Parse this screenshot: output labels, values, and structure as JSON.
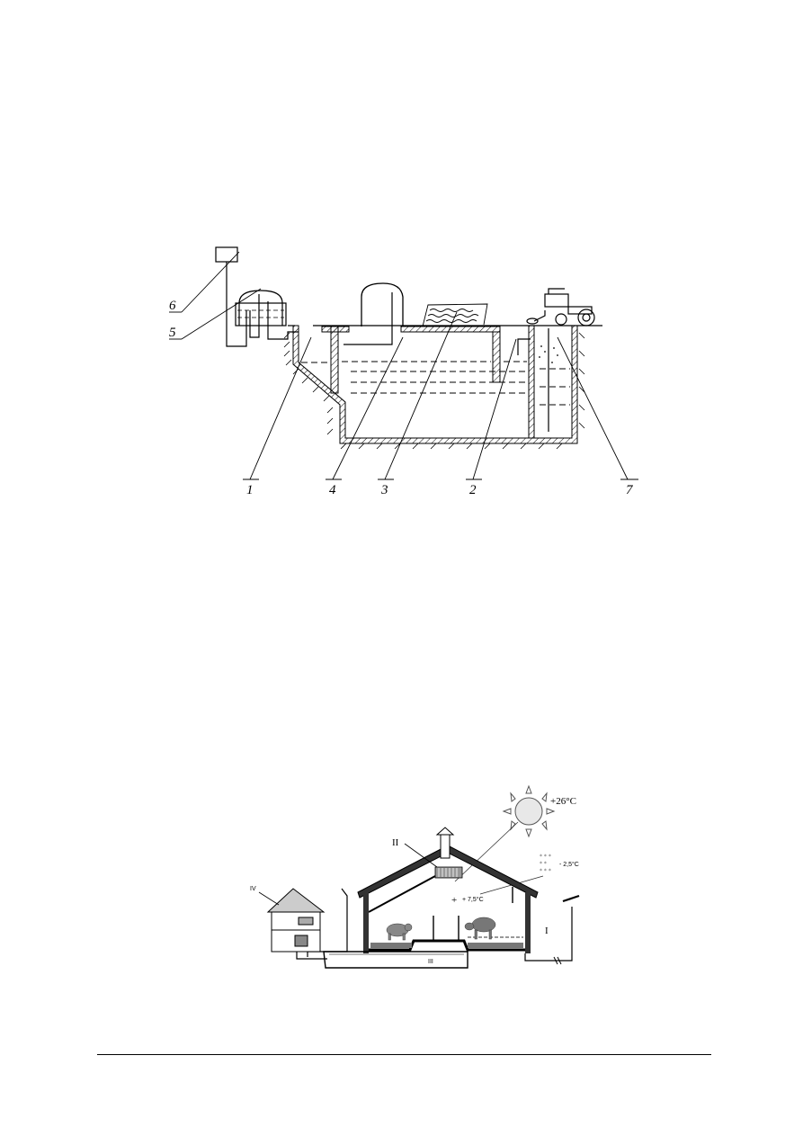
{
  "figure1": {
    "callouts": [
      "1",
      "4",
      "3",
      "2",
      "7",
      "6",
      "5"
    ]
  },
  "figure2": {
    "roman_labels": {
      "house": "IV",
      "heat_exchanger": "II",
      "pit": "III",
      "right": "I"
    },
    "temperatures": {
      "sun": "+26°C",
      "outside": "- 2,5°C",
      "inside": "+ 7,5°C"
    },
    "icons": [
      "sun-icon",
      "cow-icon",
      "pig-icon",
      "house-icon",
      "chimney-icon"
    ]
  }
}
